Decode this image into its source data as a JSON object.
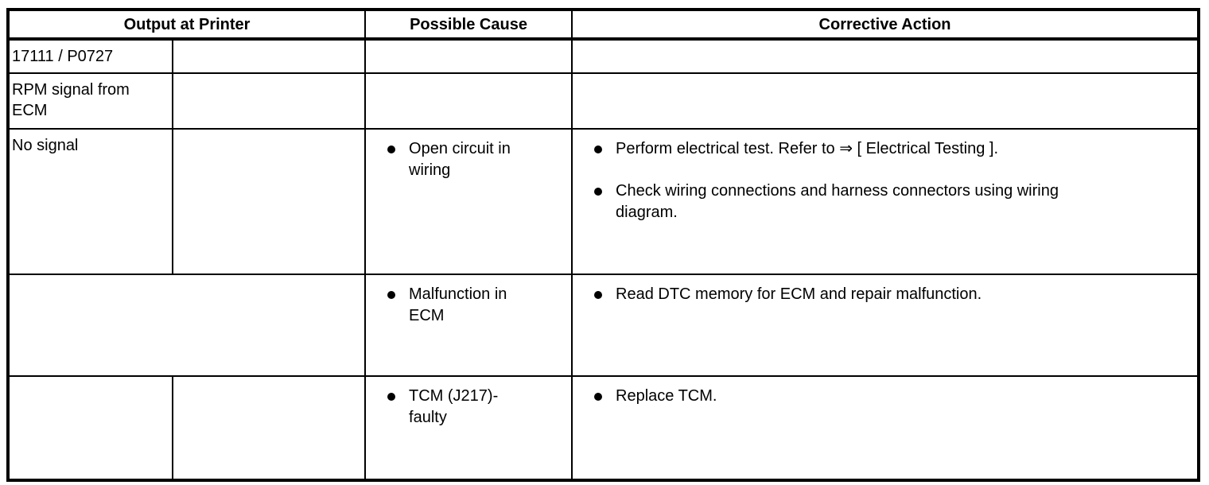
{
  "table": {
    "header": {
      "output_at_printer": "Output at Printer",
      "possible_cause": "Possible Cause",
      "corrective_action": "Corrective Action"
    },
    "rows": [
      {
        "output": "17111 / P0727"
      },
      {
        "output": "RPM signal from\nECM"
      },
      {
        "output": "No signal",
        "causes": [
          "Open circuit in\nwiring"
        ],
        "actions": [
          "Perform electrical test. Refer to ⇒ [ Electrical Testing ].",
          "Check wiring connections and harness connectors using wiring\ndiagram."
        ]
      },
      {
        "causes": [
          "Malfunction in\nECM"
        ],
        "actions": [
          "Read DTC memory for ECM and repair malfunction."
        ]
      },
      {
        "causes": [
          "TCM (J217)-\nfaulty"
        ],
        "actions": [
          "Replace TCM."
        ]
      }
    ],
    "colors": {
      "border": "#000000",
      "text": "#000000",
      "background": "#ffffff"
    }
  }
}
